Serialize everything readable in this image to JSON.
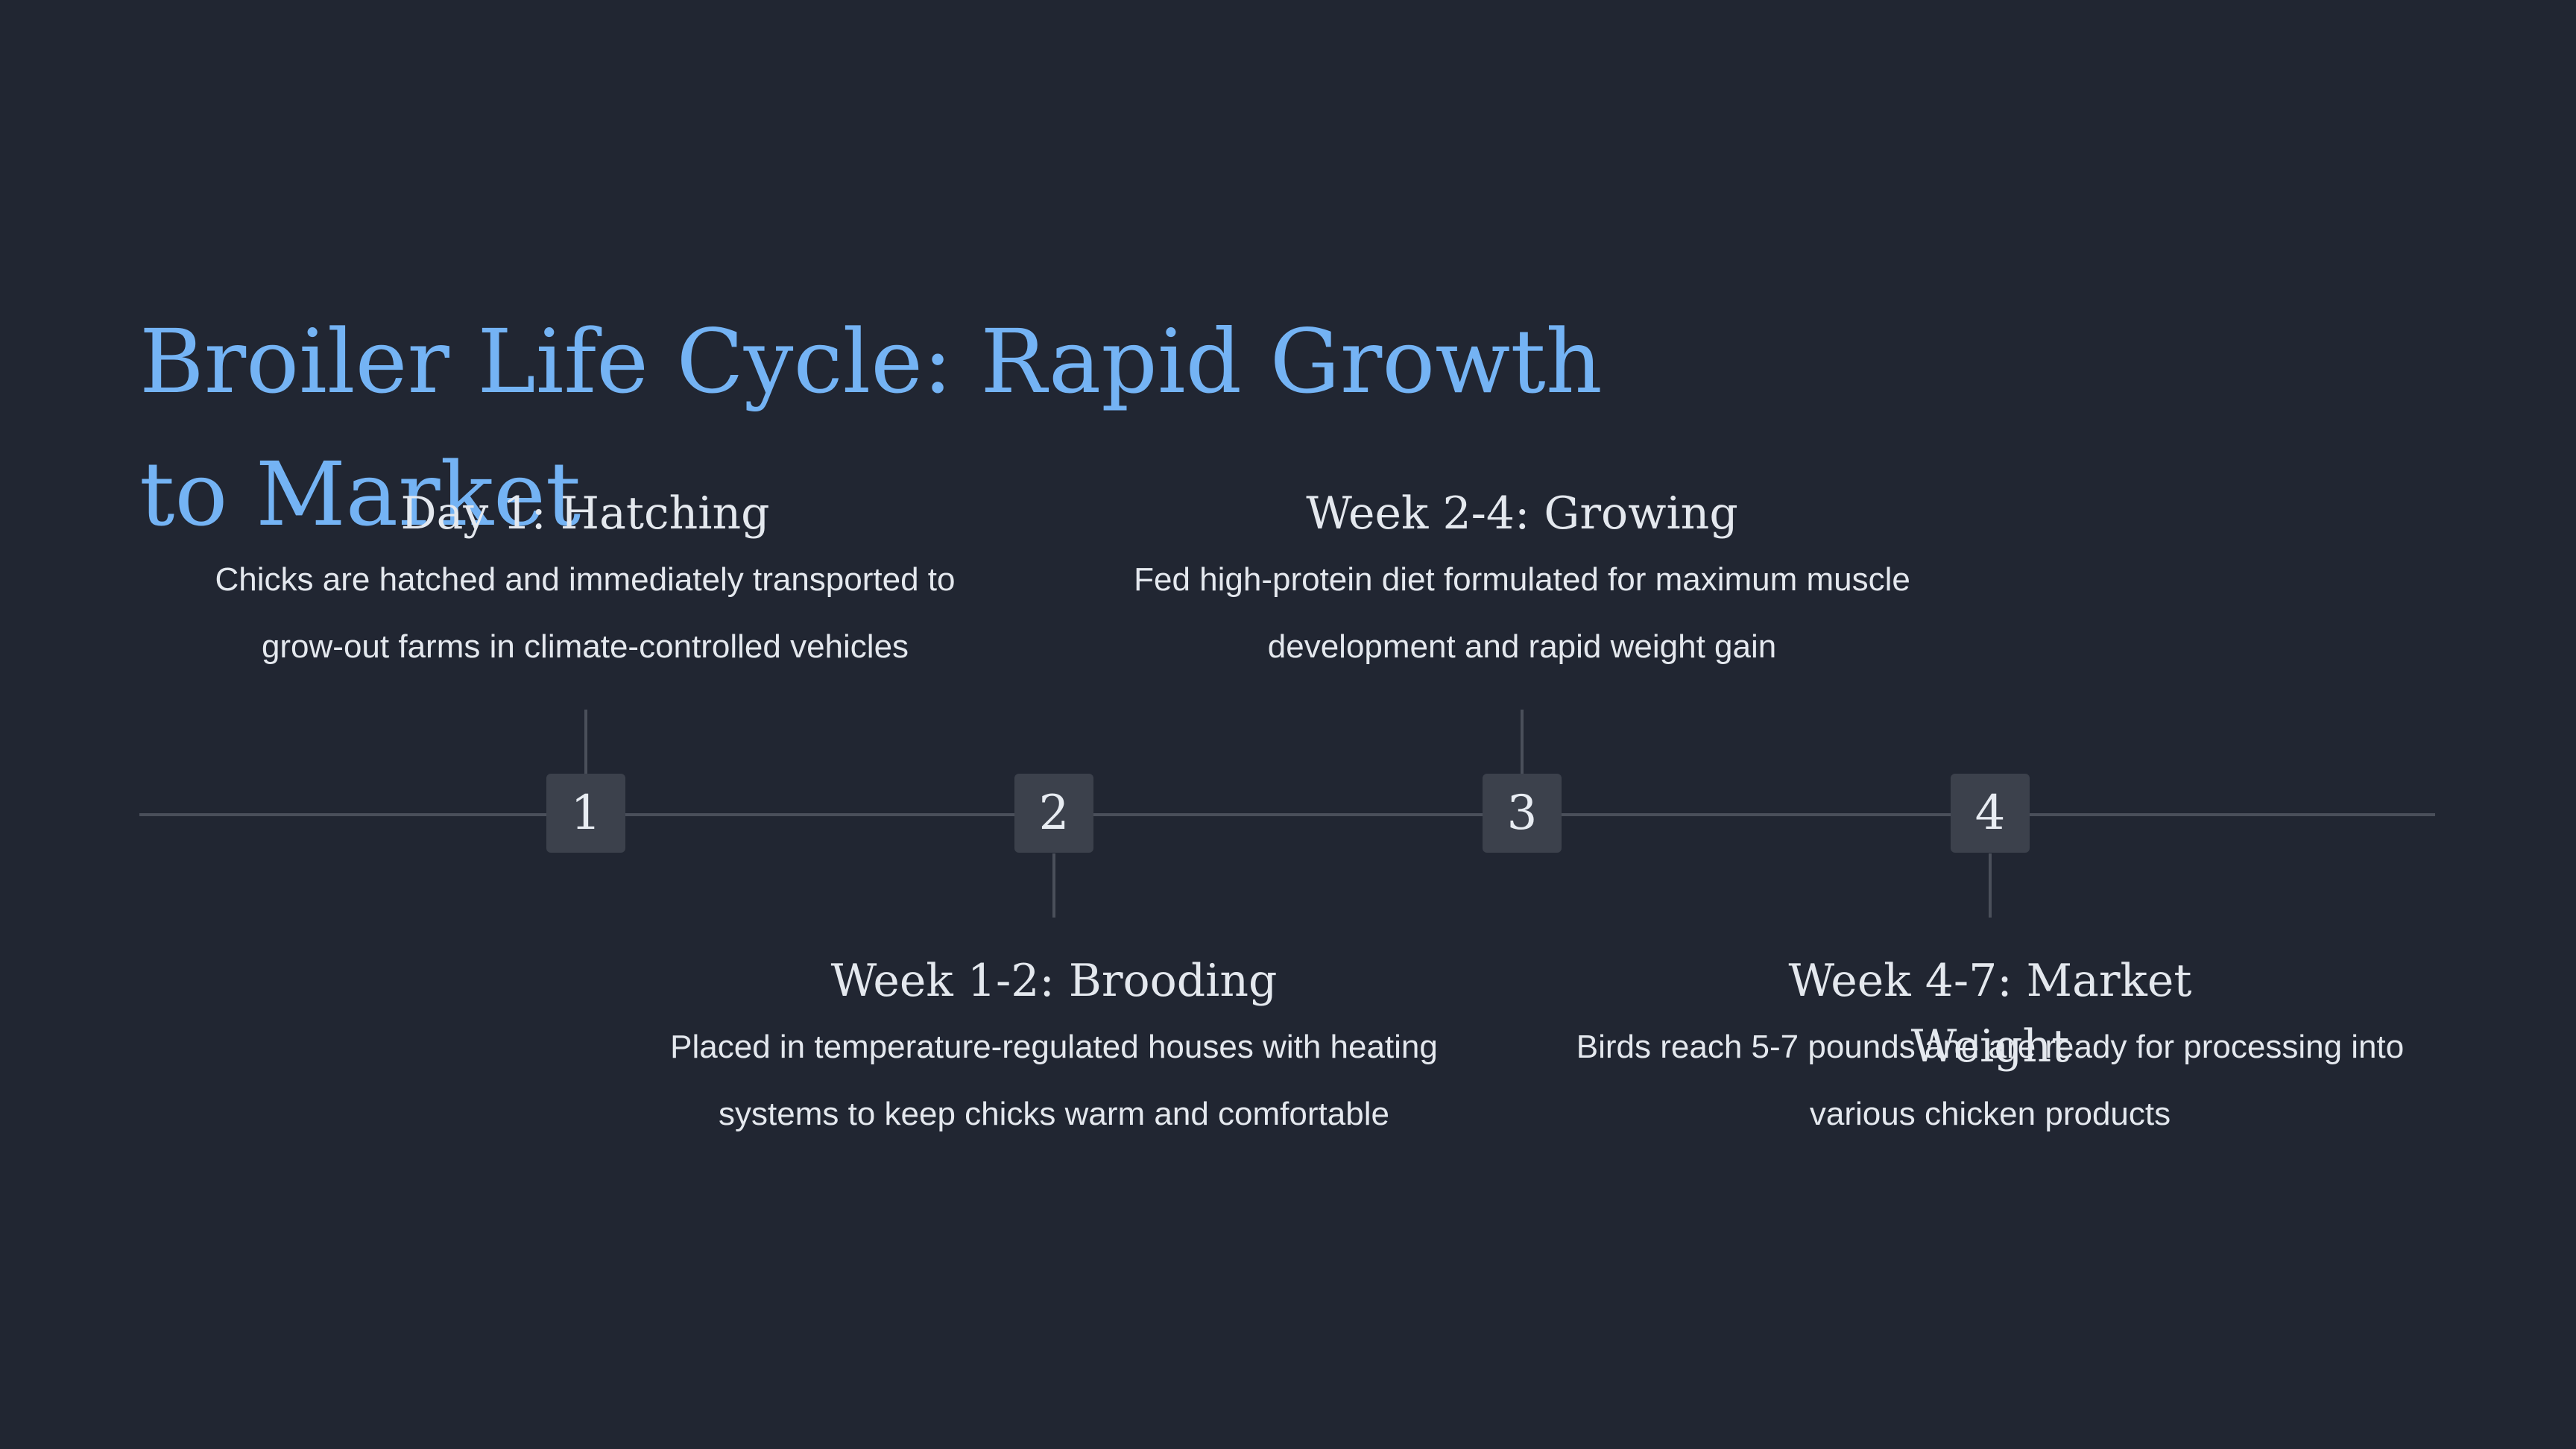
{
  "title": "Broiler Life Cycle: Rapid Growth to Market",
  "events": [
    {
      "number": "1",
      "title": "Day 1: Hatching",
      "description": "Chicks are hatched and immediately transported to grow-out farms in climate-controlled vehicles"
    },
    {
      "number": "2",
      "title": "Week 1-2: Brooding",
      "description": "Placed in temperature-regulated houses with heating systems to keep chicks warm and comfortable"
    },
    {
      "number": "3",
      "title": "Week 2-4: Growing",
      "description": "Fed high-protein diet formulated for maximum muscle development and rapid weight gain"
    },
    {
      "number": "4",
      "title": "Week 4-7: Market Weight",
      "description": "Birds reach 5-7 pounds and are ready for processing into various chicken products"
    }
  ],
  "colors": {
    "background": "#212632",
    "title": "#74b3f4",
    "text": "#e4e8ee",
    "marker": "#3c414c",
    "line": "#4a4f5a"
  }
}
